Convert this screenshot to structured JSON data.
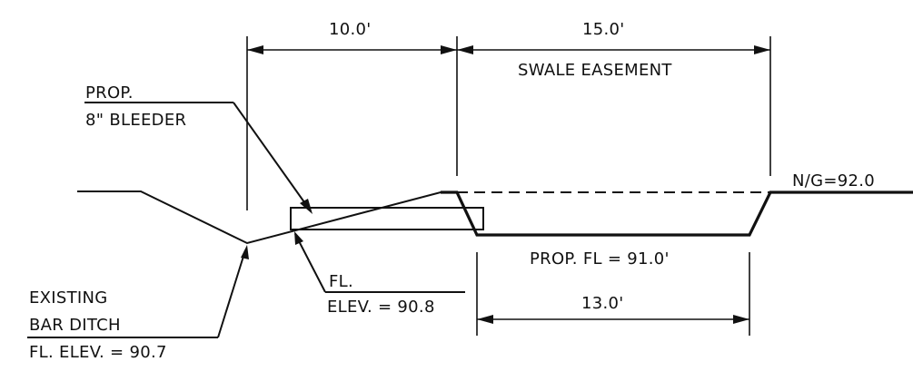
{
  "dimensions": {
    "top_left": "10.0'",
    "top_right": "15.0'",
    "bottom": "13.0'"
  },
  "labels": {
    "easement": "SWALE EASEMENT",
    "bleeder_line1": "PROP.",
    "bleeder_line2": "8\" BLEEDER",
    "natural_ground": "N/G=92.0",
    "prop_fl": "PROP. FL = 91.0'",
    "fl_line1": "FL.",
    "fl_line2": "ELEV. = 90.8",
    "ditch_line1": "EXISTING",
    "ditch_line2": "BAR DITCH",
    "ditch_line3": "FL. ELEV. = 90.7"
  }
}
